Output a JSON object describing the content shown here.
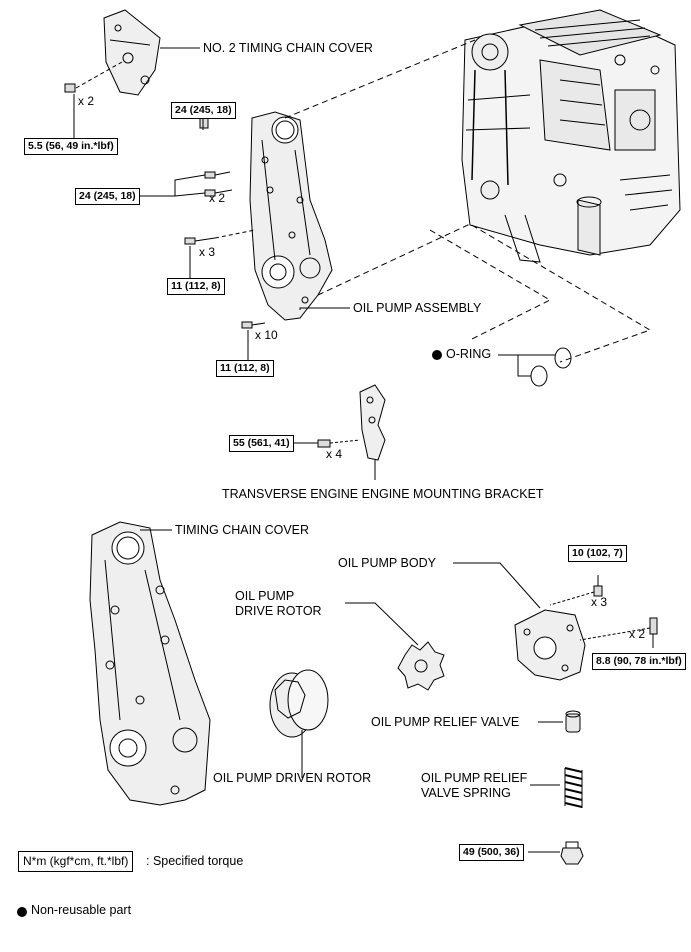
{
  "labels": {
    "no2_cover": "NO. 2 TIMING CHAIN COVER",
    "oil_pump_assembly": "OIL PUMP ASSEMBLY",
    "o_ring": "O-RING",
    "mounting_bracket": "TRANSVERSE ENGINE ENGINE MOUNTING BRACKET",
    "timing_chain_cover": "TIMING CHAIN COVER",
    "oil_pump_body": "OIL PUMP BODY",
    "drive_rotor": "OIL PUMP\nDRIVE ROTOR",
    "driven_rotor": "OIL PUMP DRIVEN ROTOR",
    "relief_valve": "OIL PUMP RELIEF VALVE",
    "relief_spring": "OIL PUMP RELIEF\nVALVE SPRING"
  },
  "torques": {
    "t_cover2": "5.5 (56, 49 in.*lbf)",
    "t_stud": "24 (245, 18)",
    "t_bolt2": "24 (245, 18)",
    "t_bolt3": "11 (112, 8)",
    "t_bolt10": "11 (112, 8)",
    "t_bracket": "55 (561, 41)",
    "t_body3": "10 (102, 7)",
    "t_body2": "8.8 (90, 78 in.*lbf)",
    "t_plug": "49 (500, 36)"
  },
  "quantities": {
    "q_cover2": "x 2",
    "q_bolt2": "x 2",
    "q_bolt3": "x 3",
    "q_bolt10": "x 10",
    "q_bracket": "x 4",
    "q_body3": "x 3",
    "q_body2": "x 2"
  },
  "legend": {
    "torque_unit": "N*m (kgf*cm, ft.*lbf)",
    "torque_desc": ": Specified torque",
    "non_reusable": "Non-reusable part"
  }
}
